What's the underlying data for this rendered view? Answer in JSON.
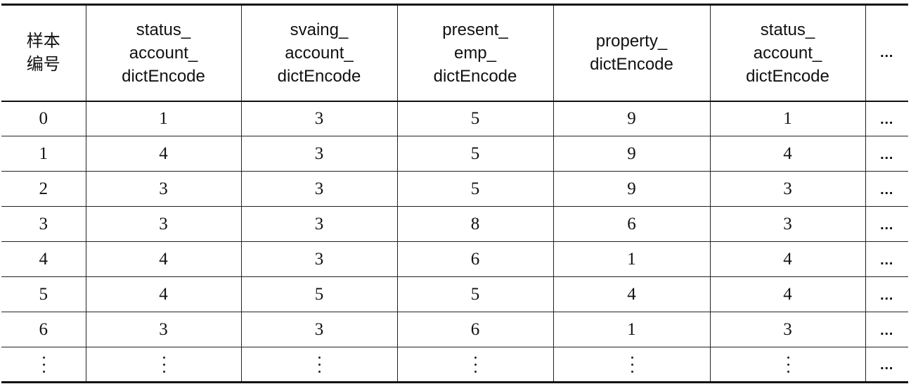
{
  "table": {
    "headers": [
      [
        "样本",
        "编号"
      ],
      [
        "status_",
        "account_",
        "dictEncode"
      ],
      [
        "svaing_",
        "account_",
        "dictEncode"
      ],
      [
        "present_",
        "emp_",
        "dictEncode"
      ],
      [
        "property_",
        "dictEncode"
      ],
      [
        "status_",
        "account_",
        "dictEncode"
      ],
      [
        "…"
      ]
    ],
    "rows": [
      [
        "0",
        "1",
        "3",
        "5",
        "9",
        "1",
        "…"
      ],
      [
        "1",
        "4",
        "3",
        "5",
        "9",
        "4",
        "…"
      ],
      [
        "2",
        "3",
        "3",
        "5",
        "9",
        "3",
        "…"
      ],
      [
        "3",
        "3",
        "3",
        "8",
        "6",
        "3",
        "…"
      ],
      [
        "4",
        "4",
        "3",
        "6",
        "1",
        "4",
        "…"
      ],
      [
        "5",
        "4",
        "5",
        "5",
        "4",
        "4",
        "…"
      ],
      [
        "6",
        "3",
        "3",
        "6",
        "1",
        "3",
        "…"
      ],
      [
        "⋮",
        "⋮",
        "⋮",
        "⋮",
        "⋮",
        "⋮",
        "…"
      ]
    ]
  }
}
